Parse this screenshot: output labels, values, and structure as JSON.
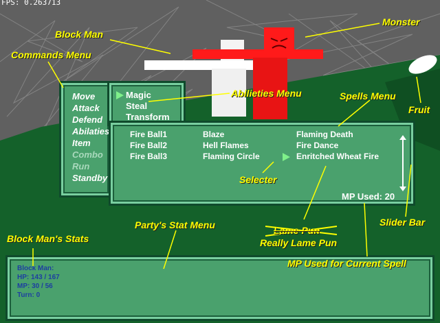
{
  "hud": {
    "fps": "FPS: 0.263713"
  },
  "commands_menu": {
    "items": [
      {
        "label": "Move",
        "enabled": true
      },
      {
        "label": "Attack",
        "enabled": true
      },
      {
        "label": "Defend",
        "enabled": true
      },
      {
        "label": "Abilaties",
        "enabled": true
      },
      {
        "label": "Item",
        "enabled": true
      },
      {
        "label": "Combo",
        "enabled": false
      },
      {
        "label": "Run",
        "enabled": false
      },
      {
        "label": "Standby",
        "enabled": true
      }
    ]
  },
  "abilities_menu": {
    "items": [
      "Magic",
      "Steal",
      "Transform"
    ],
    "selected": "Magic"
  },
  "spells_menu": {
    "columns": [
      [
        "Fire Ball1",
        "Fire Ball2",
        "Fire Ball3"
      ],
      [
        "Blaze",
        "Hell Flames",
        "Flaming Circle"
      ],
      [
        "Flaming Death",
        "Fire Dance",
        "Enritched Wheat Fire"
      ]
    ],
    "selected": "Enritched Wheat Fire",
    "mp_used": "MP Used: 20"
  },
  "stats": {
    "name": "Block Man:",
    "hp": "HP: 143 / 167",
    "mp": "MP: 30 / 56",
    "turn": "Turn: 0"
  },
  "annotations": {
    "block_man": "Block Man",
    "monster": "Monster",
    "commands_menu": "Commands Menu",
    "abilities_menu": "Abilieties Menu",
    "spells_menu": "Spells Menu",
    "fruit": "Fruit",
    "selecter": "Selecter",
    "lame_pun": "Lame Pun",
    "really_lame_pun": "Really Lame Pun",
    "slider_bar": "Slider Bar",
    "party_stat_menu": "Party's Stat Menu",
    "block_man_stats": "Block Man's Stats",
    "mp_used_note": "MP Used for Current Spell"
  },
  "colors": {
    "annotation": "#ffff00",
    "panel": "#4aa16d",
    "panel_border": "#0f4a2c",
    "selector": "#7ff08a",
    "stat_text": "#1d3fa0",
    "monster": "#ff1a1a",
    "ground": "#14612a"
  }
}
